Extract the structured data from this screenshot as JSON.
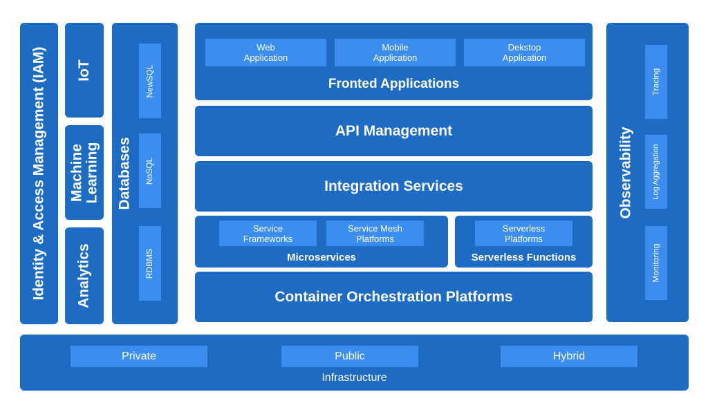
{
  "iam": {
    "label": "Identity & Access Management (IAM)"
  },
  "iot": {
    "label": "IoT"
  },
  "ml": {
    "label": "Machine\nLearning"
  },
  "analytics": {
    "label": "Analytics"
  },
  "databases": {
    "label": "Databases",
    "items": [
      "NewSQL",
      "NoSQL",
      "RDBMS"
    ]
  },
  "frontend": {
    "label": "Fronted Applications",
    "items": [
      "Web\nApplication",
      "Mobile\nApplication",
      "Dekstop\nApplication"
    ]
  },
  "api": {
    "label": "API Management"
  },
  "integration": {
    "label": "Integration Services"
  },
  "microservices": {
    "label": "Microservices",
    "items": [
      "Service\nFrameworks",
      "Service Mesh\nPlatforms"
    ]
  },
  "serverless": {
    "label": "Serverless Functions",
    "items": [
      "Serverless\nPlatforms"
    ]
  },
  "container": {
    "label": "Container Orchestration Platforms"
  },
  "observability": {
    "label": "Observability",
    "items": [
      "Tracing",
      "Log Aggregation",
      "Monitoring"
    ]
  },
  "infrastructure": {
    "label": "Infrastructure",
    "items": [
      "Private",
      "Public",
      "Hybrid"
    ]
  },
  "colors": {
    "block": "#1e6bc4",
    "sub_block": "#3b8ef0",
    "text": "#ffffff"
  }
}
